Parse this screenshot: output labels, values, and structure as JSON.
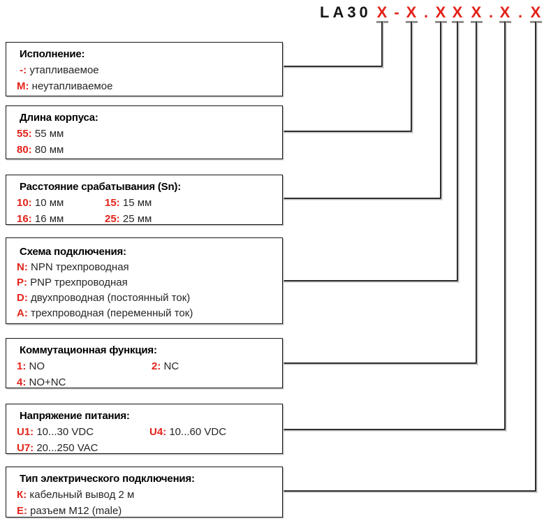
{
  "colors": {
    "accent": "#e32219",
    "line_color": "#2e2e2e",
    "text_color": "#262626"
  },
  "product_code": {
    "prefix": "LA30",
    "segments": [
      "X",
      "-",
      "X",
      ".",
      "X",
      "X",
      "X",
      ".",
      "X",
      ".",
      "X"
    ]
  },
  "boxes": [
    {
      "title": "Исполнение:",
      "options": [
        {
          "code": " -:",
          "label": "утапливаемое"
        },
        {
          "code": "М:",
          "label": "неутапливаемое"
        }
      ]
    },
    {
      "title": "Длина корпуса:",
      "options": [
        {
          "code": "55:",
          "label": "55 мм"
        },
        {
          "code": "80:",
          "label": "80 мм"
        }
      ]
    },
    {
      "title": "Расстояние срабатывания (Sn):",
      "options": [
        {
          "code": "10:",
          "label": "10 мм"
        },
        {
          "code": "15:",
          "label": "15 мм"
        },
        {
          "code": "16:",
          "label": "16 мм"
        },
        {
          "code": "25:",
          "label": "25 мм"
        }
      ]
    },
    {
      "title": "Схема подключения:",
      "options": [
        {
          "code": "N:",
          "label": "NPN трехпроводная"
        },
        {
          "code": "P:",
          "label": "PNP трехпроводная"
        },
        {
          "code": "D:",
          "label": "двухпроводная (постоянный ток)"
        },
        {
          "code": "A:",
          "label": "трехпроводная (переменный ток)"
        }
      ]
    },
    {
      "title": "Коммутационная функция:",
      "options": [
        {
          "code": "1:",
          "label": "NO"
        },
        {
          "code": "2:",
          "label": "NC"
        },
        {
          "code": "4:",
          "label": "NO+NC"
        }
      ]
    },
    {
      "title": "Напряжение питания:",
      "options": [
        {
          "code": "U1:",
          "label": "10...30 VDC"
        },
        {
          "code": "U4:",
          "label": "10...60 VDC"
        },
        {
          "code": "U7:",
          "label": "20...250 VAC"
        }
      ]
    },
    {
      "title": "Тип электрического подключения:",
      "options": [
        {
          "code": "К:",
          "label": "кабельный вывод 2 м"
        },
        {
          "code": "Е:",
          "label": "разъем M12 (male)"
        }
      ]
    }
  ]
}
